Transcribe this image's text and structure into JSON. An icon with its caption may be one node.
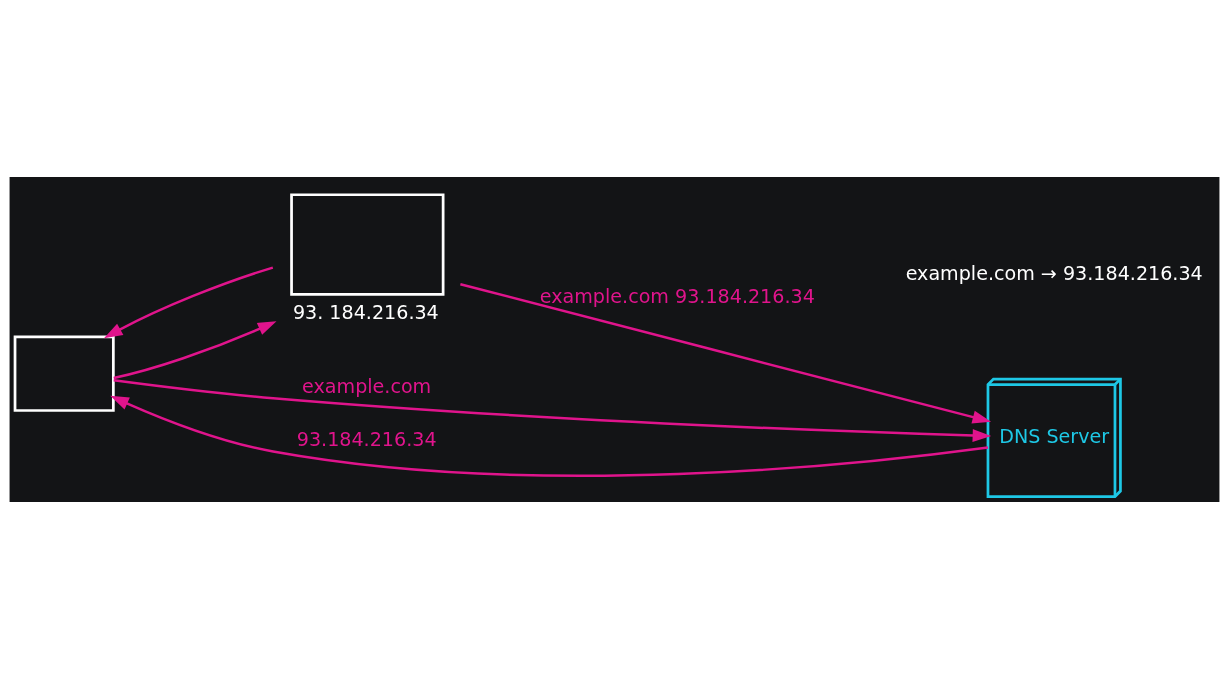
{
  "diagram": {
    "nodes": [
      {
        "text": [],
        "shape": "monitor"
      },
      {
        "text": [],
        "shape": "monitor",
        "beside": [
          "93. 184.216.34"
        ]
      },
      {
        "text": [
          "DNS Server"
        ]
      }
    ],
    "edges": [
      {
        "from": 0,
        "to": 1,
        "arrow": "to"
      },
      {
        "from": 1,
        "to": 0,
        "arrow": "to"
      },
      {
        "from": 1,
        "to": 2,
        "arrow": "to",
        "label": "example.com 93.184.216.34"
      },
      {
        "from": 0,
        "to": 2,
        "arrow": "to",
        "label": "example.com"
      },
      {
        "from": 2,
        "to": 0,
        "arrow": "to",
        "label": "93.184.216.34"
      }
    ],
    "labels": [
      "example.com → 93.184.216.34"
    ]
  }
}
